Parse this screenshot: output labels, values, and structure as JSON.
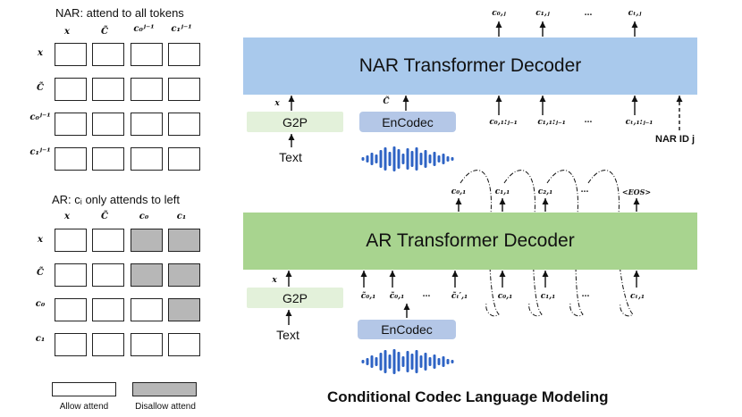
{
  "nar_matrix": {
    "title": "NAR:  attend to all tokens",
    "col_headers": [
      "x",
      "C̃",
      "c₀ʲ⁻¹",
      "c₁ʲ⁻¹"
    ],
    "row_headers": [
      "x",
      "C̃",
      "c₀ʲ⁻¹",
      "c₁ʲ⁻¹"
    ],
    "disallowed": [
      [
        0,
        0,
        0,
        0
      ],
      [
        0,
        0,
        0,
        0
      ],
      [
        0,
        0,
        0,
        0
      ],
      [
        0,
        0,
        0,
        0
      ]
    ]
  },
  "ar_matrix": {
    "title": "AR: cᵢ only attends to left",
    "col_headers": [
      "x",
      "C̃",
      "c₀",
      "c₁"
    ],
    "row_headers": [
      "x",
      "C̃",
      "c₀",
      "c₁"
    ],
    "disallowed": [
      [
        0,
        0,
        1,
        1
      ],
      [
        0,
        0,
        1,
        1
      ],
      [
        0,
        0,
        0,
        1
      ],
      [
        0,
        0,
        0,
        0
      ]
    ]
  },
  "legend": {
    "allow": "Allow attend",
    "disallow": "Disallow attend"
  },
  "nar_block": {
    "title": "NAR Transformer Decoder",
    "outputs": [
      "c₀,ⱼ",
      "c₁,ⱼ",
      "…",
      "cₜ,ⱼ"
    ],
    "g2p": "G2P",
    "encodec": "EnCodec",
    "text": "Text",
    "x_label": "x",
    "c_label": "C̃",
    "inputs": [
      "c₀,₁:ⱼ₋₁",
      "c₁,₁:ⱼ₋₁",
      "…",
      "cₜ,₁:ⱼ₋₁"
    ],
    "nar_id": "NAR ID j"
  },
  "ar_block": {
    "title": "AR Transformer Decoder",
    "outputs": [
      "c₀,₁",
      "c₁,₁",
      "c₂,₁",
      "…",
      "<EOS>"
    ],
    "g2p": "G2P",
    "encodec": "EnCodec",
    "text": "Text",
    "x_label": "x",
    "inputs": [
      "c̃₀,₁",
      "c̃₀,₁",
      "…",
      "c̃ₜ′,₁",
      "c₀,₁",
      "c₁,₁",
      "…",
      "cₜ,₁"
    ]
  },
  "caption": "Conditional Codec Language Modeling",
  "colors": {
    "nar": "#a9c9ec",
    "ar": "#a8d48f",
    "g2p": "#e3f1da",
    "encodec": "#b4c7e7",
    "waveform": "#2e63c4",
    "disallow": "#b7b7b7"
  }
}
